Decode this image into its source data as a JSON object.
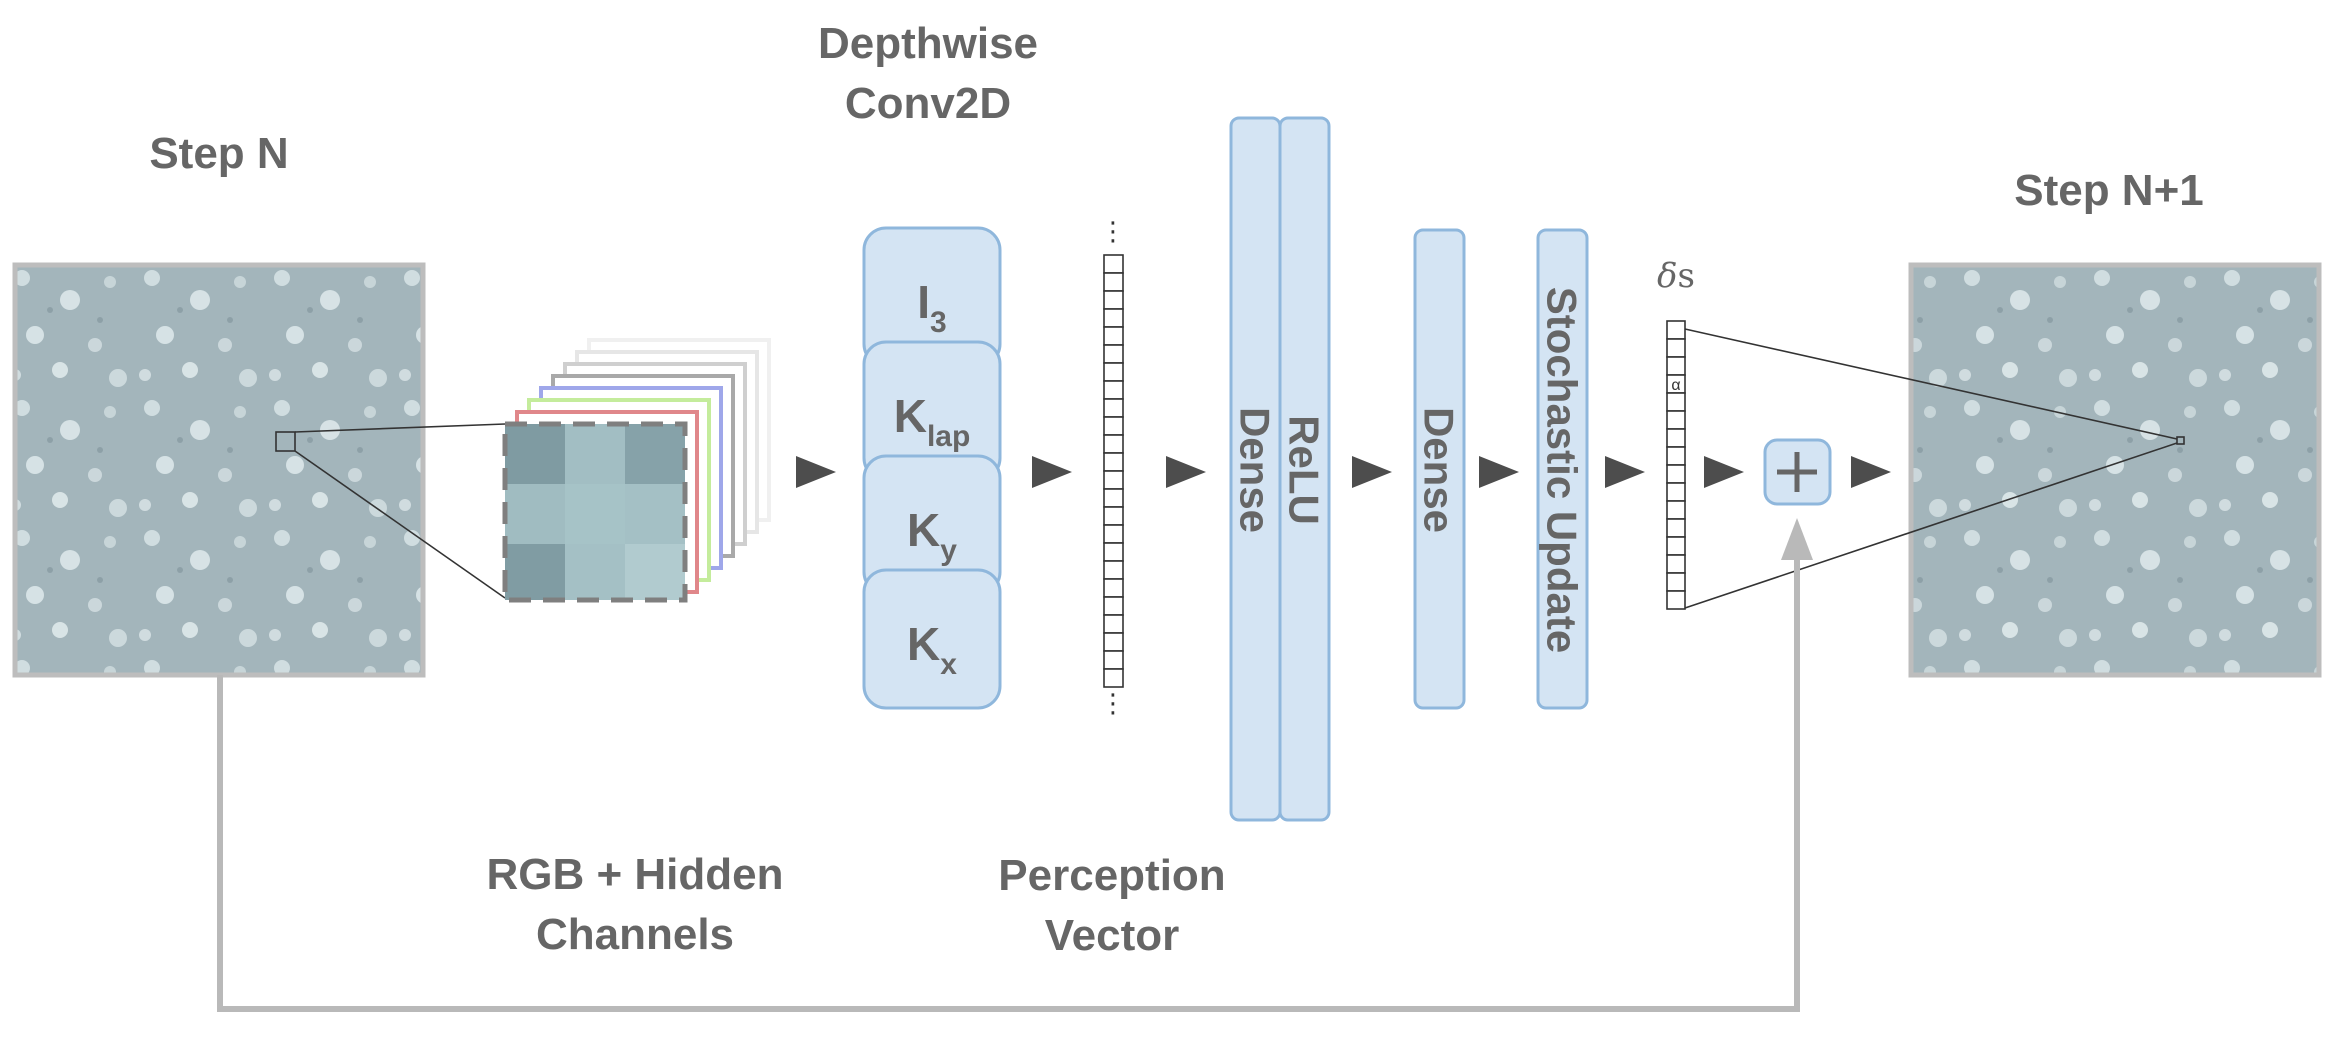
{
  "labels": {
    "step_n": "Step N",
    "step_n1": "Step N+1",
    "depthwise_line1": "Depthwise",
    "depthwise_line2": "Conv2D",
    "channels_line1": "RGB + Hidden",
    "channels_line2": "Channels",
    "perception_line1": "Perception",
    "perception_line2": "Vector",
    "delta_s_symbol": "δ",
    "delta_s_var": "s",
    "alpha": "α",
    "ellipsis": "⋮"
  },
  "kernels": [
    {
      "base": "I",
      "sub": "3"
    },
    {
      "base": "K",
      "sub": "lap"
    },
    {
      "base": "K",
      "sub": "y"
    },
    {
      "base": "K",
      "sub": "x"
    }
  ],
  "layers": {
    "dense1": "Dense",
    "relu": "ReLU",
    "dense2": "Dense",
    "stochastic": "Stochastic Update"
  },
  "colors": {
    "box_fill": "#d4e4f3",
    "box_stroke": "#8fb7dc",
    "label": "#666666",
    "channel_red": "#e0878a",
    "channel_green": "#c4ec9c",
    "channel_blue": "#9fa7ea",
    "arrow": "#4d4d4d",
    "loop": "#b9b9b9"
  }
}
